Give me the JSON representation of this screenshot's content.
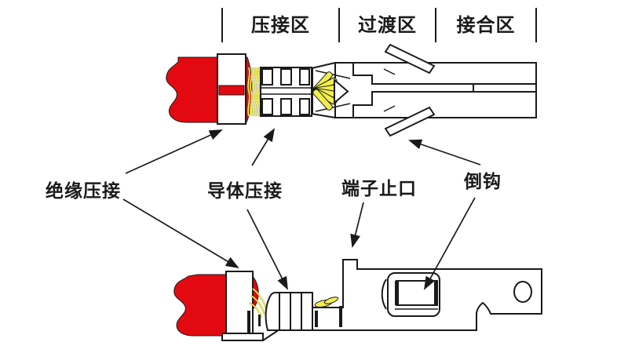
{
  "zones": [
    {
      "label": "压接区"
    },
    {
      "label": "过渡区"
    },
    {
      "label": "接合区"
    }
  ],
  "callouts": {
    "insulation_crimp": {
      "label": "绝缘压接"
    },
    "conductor_crimp": {
      "label": "导体压接"
    },
    "terminal_stop": {
      "label": "端子止口"
    },
    "barb": {
      "label": "倒钩"
    }
  },
  "colors": {
    "wire_red": "#e20a10",
    "strand_yellow": "#f2ee4d",
    "line": "#1a1a1a",
    "background": "#ffffff"
  }
}
